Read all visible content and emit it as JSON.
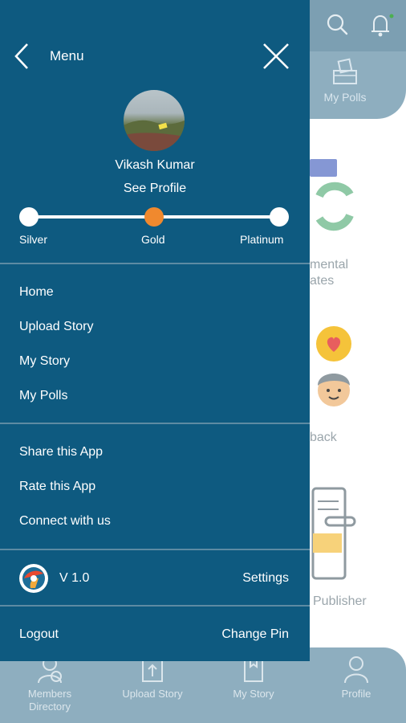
{
  "drawer": {
    "title": "Menu",
    "profile": {
      "name": "Vikash Kumar",
      "link": "See Profile"
    },
    "tiers": {
      "levels": [
        "Silver",
        "Gold",
        "Platinum"
      ],
      "current": "Gold"
    },
    "primary_items": [
      "Home",
      "Upload Story",
      "My Story",
      "My Polls"
    ],
    "secondary_items": [
      "Share this App",
      "Rate this App",
      "Connect with us"
    ],
    "version": "V 1.0",
    "settings_label": "Settings",
    "logout_label": "Logout",
    "change_pin_label": "Change Pin"
  },
  "background": {
    "tab_label": "My Polls",
    "cards": [
      "mental\nates",
      "back",
      "Publisher"
    ],
    "bottom_nav": [
      "Members\nDirectory",
      "Upload Story",
      "My Story",
      "Profile"
    ]
  },
  "colors": {
    "drawer_bg": "#0e5a80",
    "gold_accent": "#f0892e",
    "nav_bg": "#8eaebf"
  }
}
